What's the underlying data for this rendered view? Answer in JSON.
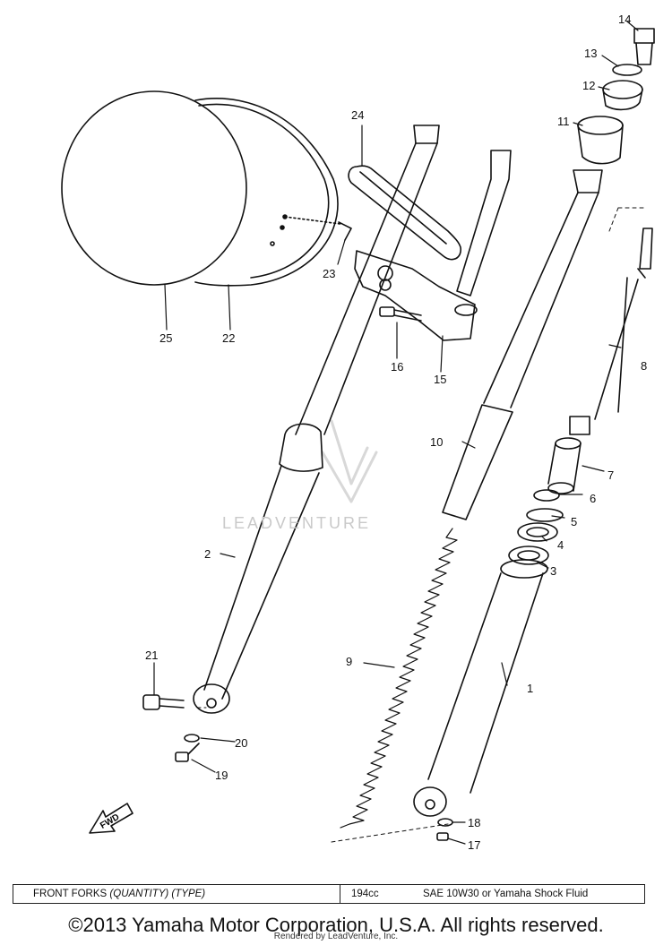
{
  "callouts": {
    "p1": "1",
    "p2": "2",
    "p3": "3",
    "p4": "4",
    "p5": "5",
    "p6": "6",
    "p7": "7",
    "p8": "8",
    "p9": "9",
    "p10": "10",
    "p11": "11",
    "p12": "12",
    "p13": "13",
    "p14": "14",
    "p15": "15",
    "p16": "16",
    "p17": "17",
    "p18": "18",
    "p19": "19",
    "p20": "20",
    "p21": "21",
    "p22": "22",
    "p23": "23",
    "p24": "24",
    "p25": "25"
  },
  "fwd_label": "FWD",
  "watermark": "LEADVENTURE",
  "spec_table": {
    "label_prefix": "FRONT FORKS",
    "label_italic": "(QUANTITY) (TYPE)",
    "quantity": "194cc",
    "type": "SAE 10W30 or Yamaha Shock Fluid"
  },
  "copyright": "©2013 Yamaha Motor Corporation, U.S.A. All rights reserved.",
  "rendered_by": "Rendered by LeadVenture, Inc."
}
